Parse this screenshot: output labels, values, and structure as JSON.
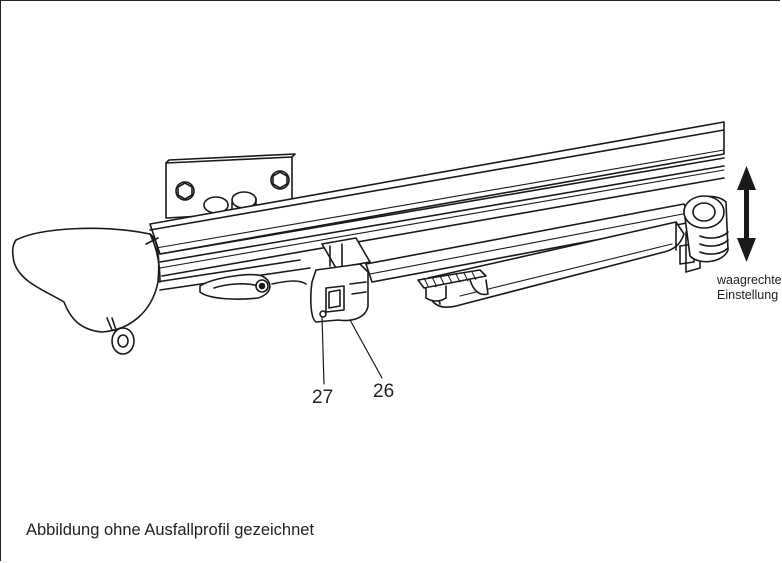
{
  "callouts": {
    "part_a": "27",
    "part_b": "26"
  },
  "adjustment_label": {
    "line1": "waagrechte",
    "line2": "Einstellung"
  },
  "caption": "Abbildung ohne Ausfallprofil gezeichnet"
}
